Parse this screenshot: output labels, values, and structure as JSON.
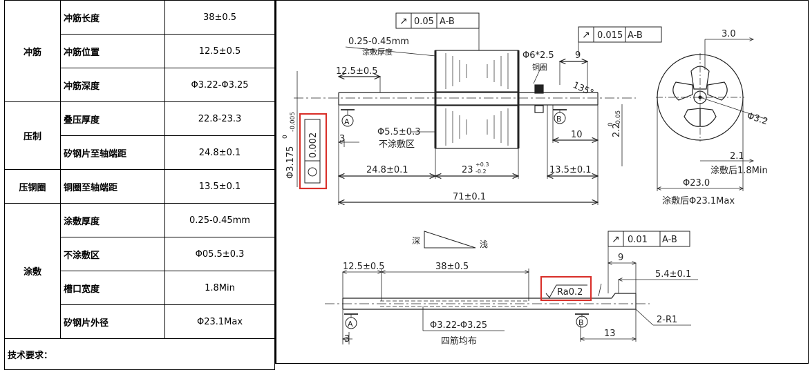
{
  "table": {
    "groups": [
      {
        "name": "冲筋",
        "rows": [
          {
            "item": "冲筋长度",
            "value": "38±0.5"
          },
          {
            "item": "冲筋位置",
            "value": "12.5±0.5"
          },
          {
            "item": "冲筋深度",
            "value": "Φ3.22-Φ3.25"
          }
        ]
      },
      {
        "name": "压制",
        "rows": [
          {
            "item": "叠压厚度",
            "value": "22.8-23.3"
          },
          {
            "item": "矽钢片至轴端距",
            "value": "24.8±0.1"
          }
        ]
      },
      {
        "name": "压铜圈",
        "rows": [
          {
            "item": "铜圈至轴端距",
            "value": "13.5±0.1"
          }
        ]
      },
      {
        "name": "涂敷",
        "rows": [
          {
            "item": "涂敷厚度",
            "value": "0.25-0.45mm"
          },
          {
            "item": "不涂敷区",
            "value": "Φ05.5±0.3"
          },
          {
            "item": "槽口宽度",
            "value": "1.8Min"
          },
          {
            "item": "矽钢片外径",
            "value": "Φ23.1Max"
          }
        ]
      }
    ],
    "requirements_label": "技术要求："
  },
  "drawing": {
    "top_view": {
      "fcf_runout_1": {
        "tol": "0.05",
        "datum": "A-B"
      },
      "coating_thickness": "0.25-0.45mm",
      "coating_thickness_label": "涂敷厚度",
      "pos_12_5": "12.5±0.5",
      "fcf_runout_2": {
        "tol": "0.015",
        "datum": "A-B"
      },
      "copper_ring_dim": "Φ6*2.5",
      "copper_ring_label": "铜圈",
      "dim_9": "9",
      "angle": "135°",
      "shaft_dia": "Φ3.175",
      "shaft_dia_tol_upper": "0",
      "shaft_dia_tol_lower": "-0.005",
      "cylindricity_tol": "0.002",
      "dim_3": "3",
      "datum_a": "A",
      "datum_b": "B",
      "uncoated_dia": "Φ5.5±0.3",
      "uncoated_label": "不涂敷区",
      "dim_10": "10",
      "dia_2_2": "2.2",
      "dia_2_2_tol_upper": "0",
      "dia_2_2_tol_lower": "-0.05",
      "dim_24_8": "24.8±0.1",
      "dim_23": "23",
      "dim_23_tol_upper": "+0.3",
      "dim_23_tol_lower": "-0.2",
      "dim_13_5": "13.5±0.1",
      "dim_71": "71±0.1"
    },
    "end_view": {
      "dim_3_0": "3.0",
      "dia_3_2": "Φ3.2",
      "dim_2_1": "2.1",
      "coated_slot": "涂敷后1.8Min",
      "dia_23": "Φ23.0",
      "coated_od": "涂敷后Φ23.1Max"
    },
    "bottom_view": {
      "depth_deep": "深",
      "depth_shallow": "浅",
      "fcf_runout_3": {
        "tol": "0.01",
        "datum": "A-B"
      },
      "dim_12_5": "12.5±0.5",
      "dim_38": "38±0.5",
      "dim_9": "9",
      "dim_5_4": "5.4±0.1",
      "roughness": "Ra0.2",
      "datum_a": "A",
      "datum_b": "B",
      "dim_3": "3",
      "rib_dia": "Φ3.22-Φ3.25",
      "rib_label": "四筋均布",
      "radius": "2-R1",
      "dim_13": "13"
    },
    "highlight_color": "#d9312b"
  }
}
